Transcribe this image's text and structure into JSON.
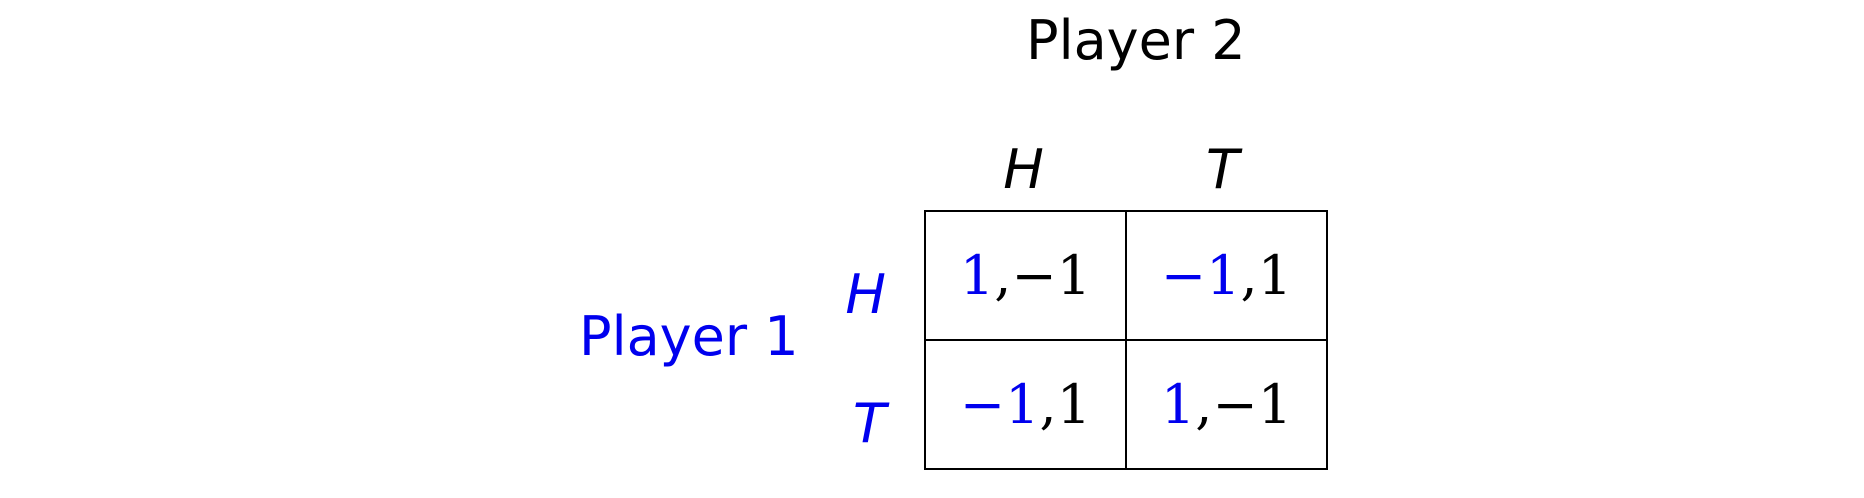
{
  "column_player": {
    "label": "Player 2"
  },
  "row_player": {
    "label": "Player 1"
  },
  "strategies": {
    "columns": [
      "H",
      "T"
    ],
    "rows": [
      "H",
      "T"
    ]
  },
  "payoffs": [
    [
      {
        "p1": "1",
        "sep": ",",
        "p2": "−1"
      },
      {
        "p1": "−1",
        "sep": ",",
        "p2": "1"
      }
    ],
    [
      {
        "p1": "−1",
        "sep": ",",
        "p2": "1"
      },
      {
        "p1": "1",
        "sep": ",",
        "p2": "−1"
      }
    ]
  ],
  "colors": {
    "player1": "#0000ee",
    "player2": "#000000"
  }
}
